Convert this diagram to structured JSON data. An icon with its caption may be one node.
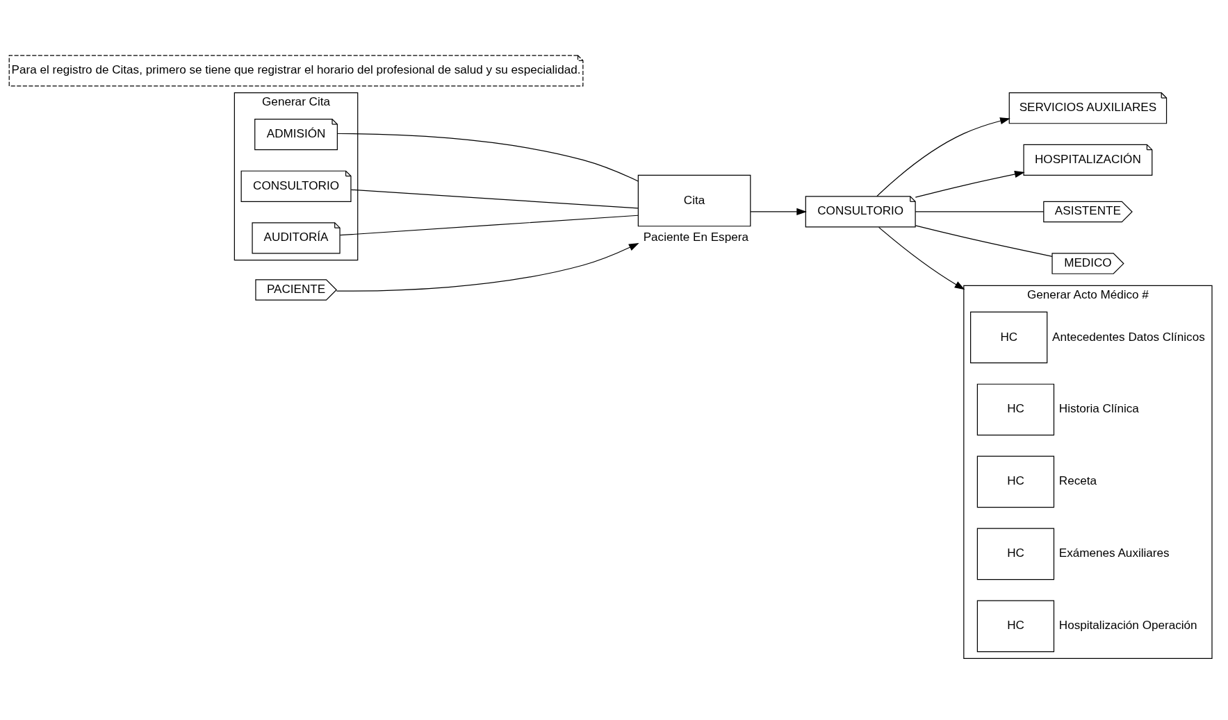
{
  "diagram": {
    "nodes": [
      {
        "text": [
          "Generar Cita"
        ]
      },
      {
        "text": [
          "ADMISIÓN"
        ],
        "in": 0
      },
      {
        "text": [
          "CONSULTORIO"
        ],
        "in": 0
      },
      {
        "text": [
          "AUDITORÍA"
        ],
        "in": 0
      },
      {
        "text": [
          "PACIENTE"
        ]
      },
      {
        "text": [
          "Cita"
        ],
        "beside": [
          "Paciente En Espera"
        ]
      },
      {
        "text": [
          "SERVICIOS AUXILIARES"
        ]
      },
      {
        "text": [
          "HOSPITALIZACIÓN"
        ]
      },
      {
        "text": [
          "CONSULTORIO"
        ]
      },
      {
        "text": [
          "ASISTENTE"
        ]
      },
      {
        "text": [
          "MEDICO"
        ]
      },
      {
        "text": [
          "Generar Acto Médico #"
        ]
      },
      {
        "text": [
          "HC"
        ],
        "in": 11,
        "beside": [
          "Antecedentes Datos Clínicos"
        ]
      },
      {
        "text": [
          "HC"
        ],
        "in": 11,
        "beside": [
          "Historia Clínica"
        ]
      },
      {
        "text": [
          "HC"
        ],
        "in": 11,
        "beside": [
          "Receta"
        ]
      },
      {
        "text": [
          "HC"
        ],
        "in": 11,
        "beside": [
          "Exámenes Auxiliares"
        ]
      },
      {
        "text": [
          "HC"
        ],
        "in": 11,
        "beside": [
          "Hospitalización Operación"
        ]
      },
      {
        "text": [
          "Para el registro de Citas, primero se tiene que registrar el horario del profesional de salud y su especialidad."
        ]
      }
    ],
    "edges": [
      {
        "from": 1,
        "to": 5,
        "arrow": "none"
      },
      {
        "from": 2,
        "to": 5,
        "arrow": "none"
      },
      {
        "from": 3,
        "to": 5,
        "arrow": "none"
      },
      {
        "from": 4,
        "to": 5,
        "arrow": "to"
      },
      {
        "from": 5,
        "to": 8,
        "arrow": "to"
      },
      {
        "from": 8,
        "to": 6,
        "arrow": "to"
      },
      {
        "from": 8,
        "to": 7,
        "arrow": "to"
      },
      {
        "from": 8,
        "to": 9,
        "arrow": "none"
      },
      {
        "from": 8,
        "to": 10,
        "arrow": "none"
      },
      {
        "from": 8,
        "to": 11,
        "arrow": "to"
      }
    ]
  }
}
